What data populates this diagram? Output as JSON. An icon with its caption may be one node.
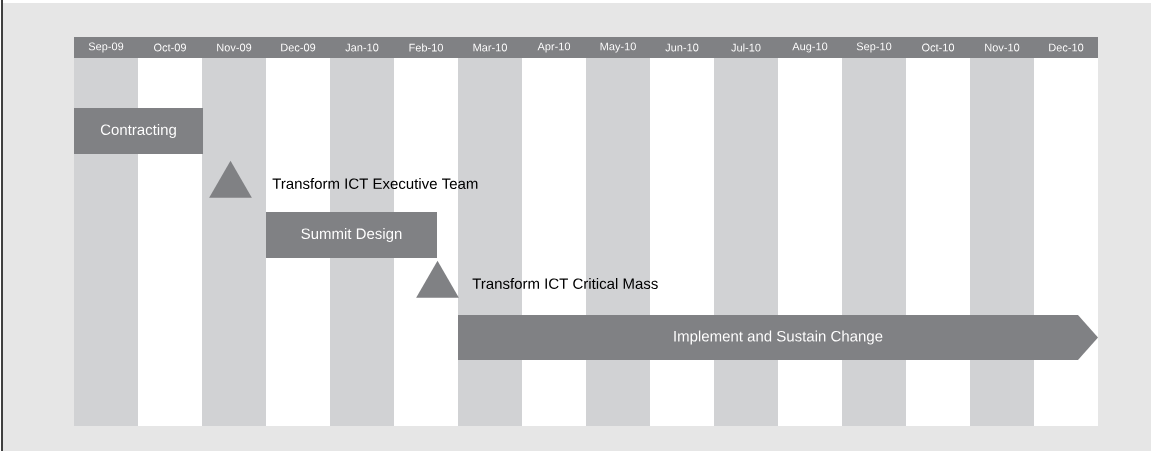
{
  "diagram": {
    "nodes": [
      {
        "text": [
          "Contracting"
        ]
      },
      {
        "text": [],
        "shape": "triangle",
        "beside": [
          "Transform ICT Executive Team"
        ]
      },
      {
        "text": [
          "Summit Design"
        ]
      },
      {
        "text": [],
        "shape": "triangle",
        "beside": [
          "Transform ICT Critical Mass"
        ]
      },
      {
        "text": [
          "Implement and Sustain Change"
        ]
      }
    ],
    "labels": [
      "Sep-09",
      "Oct-09",
      "Nov-09",
      "Dec-09",
      "Jan-10",
      "Feb-10",
      "Mar-10",
      "Apr-10",
      "May-10",
      "Jun-10",
      "Jul-10",
      "Aug-10",
      "Sep-10",
      "Oct-10",
      "Nov-10",
      "Dec-10"
    ]
  }
}
